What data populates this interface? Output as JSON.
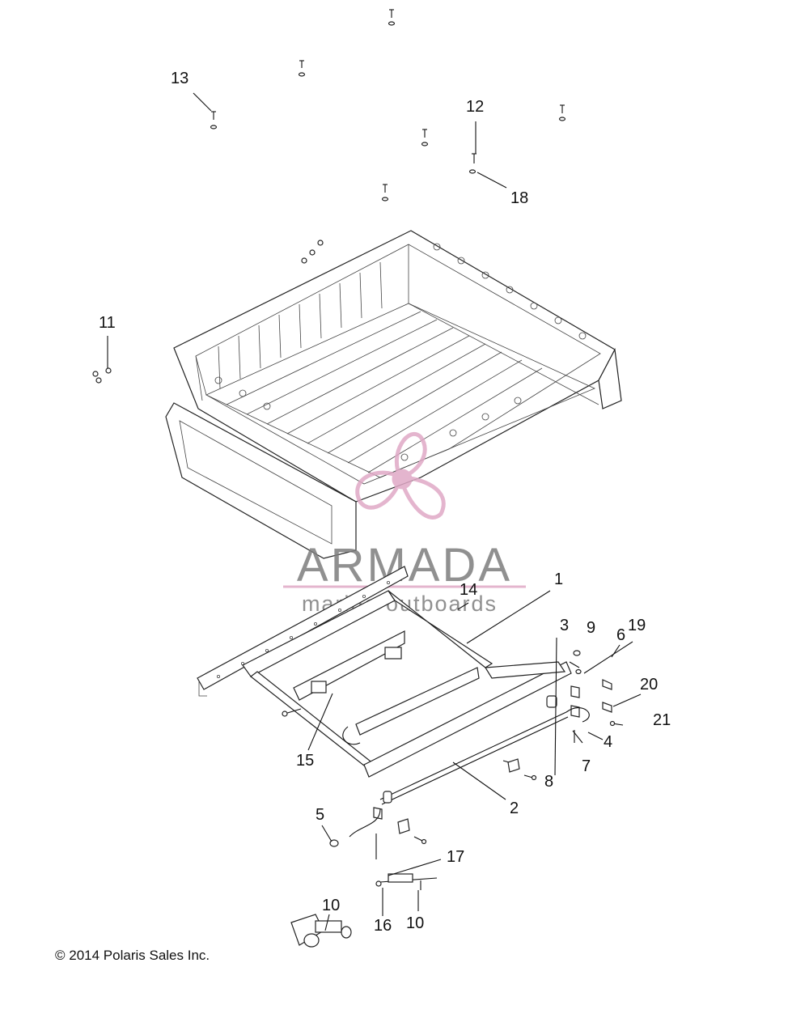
{
  "callouts": [
    "1",
    "2",
    "3",
    "4",
    "5",
    "6",
    "7",
    "8",
    "9",
    "10",
    "10",
    "10",
    "11",
    "12",
    "13",
    "14",
    "15",
    "16",
    "17",
    "18",
    "19",
    "20",
    "21"
  ],
  "watermark": {
    "brand": "ARMADA",
    "tagline": "marine outboards",
    "color": "#e0a9c6"
  },
  "copyright": "© 2014 Polaris Sales Inc."
}
